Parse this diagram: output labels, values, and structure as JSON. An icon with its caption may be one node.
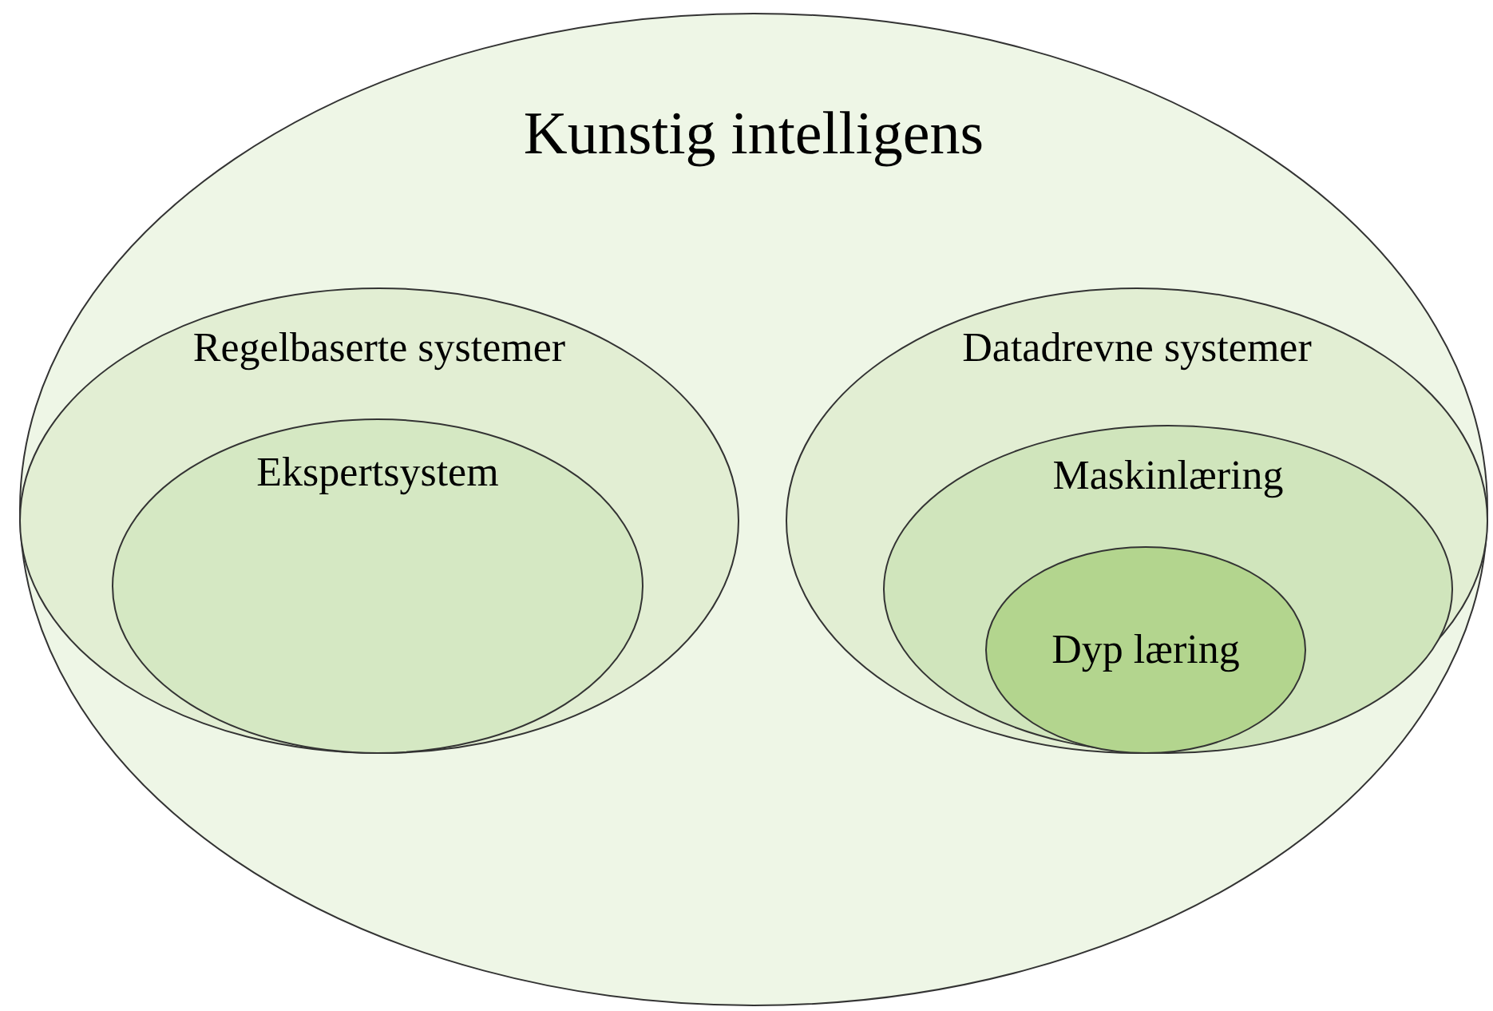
{
  "diagram": {
    "nodes": [
      {
        "text": [
          "Kunstig intelligens"
        ]
      },
      {
        "text": [
          "Regelbaserte systemer"
        ],
        "in": 0
      },
      {
        "text": [
          "Ekspertsystem"
        ],
        "in": 1
      },
      {
        "text": [
          "Datadrevne systemer"
        ],
        "in": 0
      },
      {
        "text": [
          "Maskinlæring"
        ],
        "in": 3
      },
      {
        "text": [
          "Dyp læring"
        ],
        "in": 4
      }
    ]
  }
}
